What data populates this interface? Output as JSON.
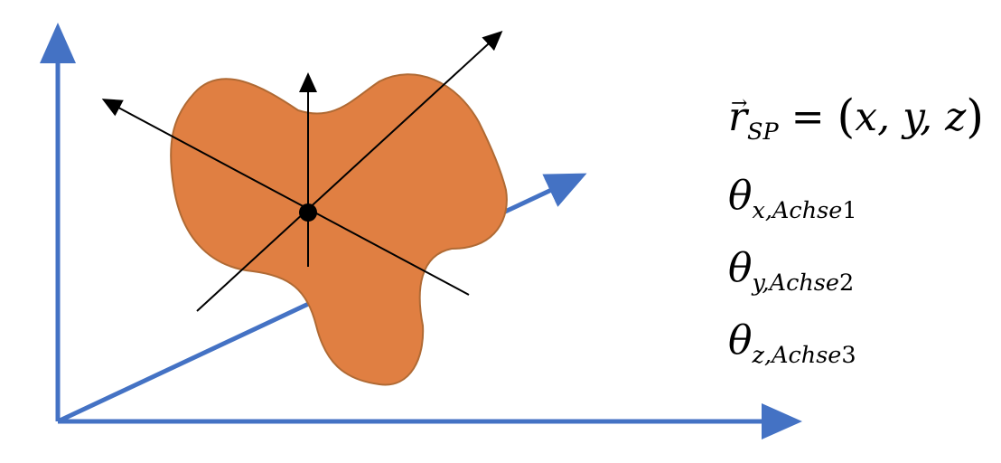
{
  "colors": {
    "axis_blue": "#4472C4",
    "body_fill": "#E07F42",
    "body_stroke": "#B06A34",
    "black": "#000000"
  },
  "formulas": {
    "rsp": {
      "symbol": "r",
      "arrow": "→",
      "subscript": "SP",
      "equals": " = ",
      "open_paren": "(",
      "content": "x, y, z",
      "close_paren": ")"
    },
    "theta_x": {
      "symbol": "θ",
      "subscript_var": "x",
      "subscript_rest": ",Achse",
      "subscript_num": "1"
    },
    "theta_y": {
      "symbol": "θ",
      "subscript_var": "y",
      "subscript_rest": ",Achse",
      "subscript_num": "2"
    },
    "theta_z": {
      "symbol": "θ",
      "subscript_var": "z",
      "subscript_rest": ",Achse",
      "subscript_num": "3"
    }
  }
}
